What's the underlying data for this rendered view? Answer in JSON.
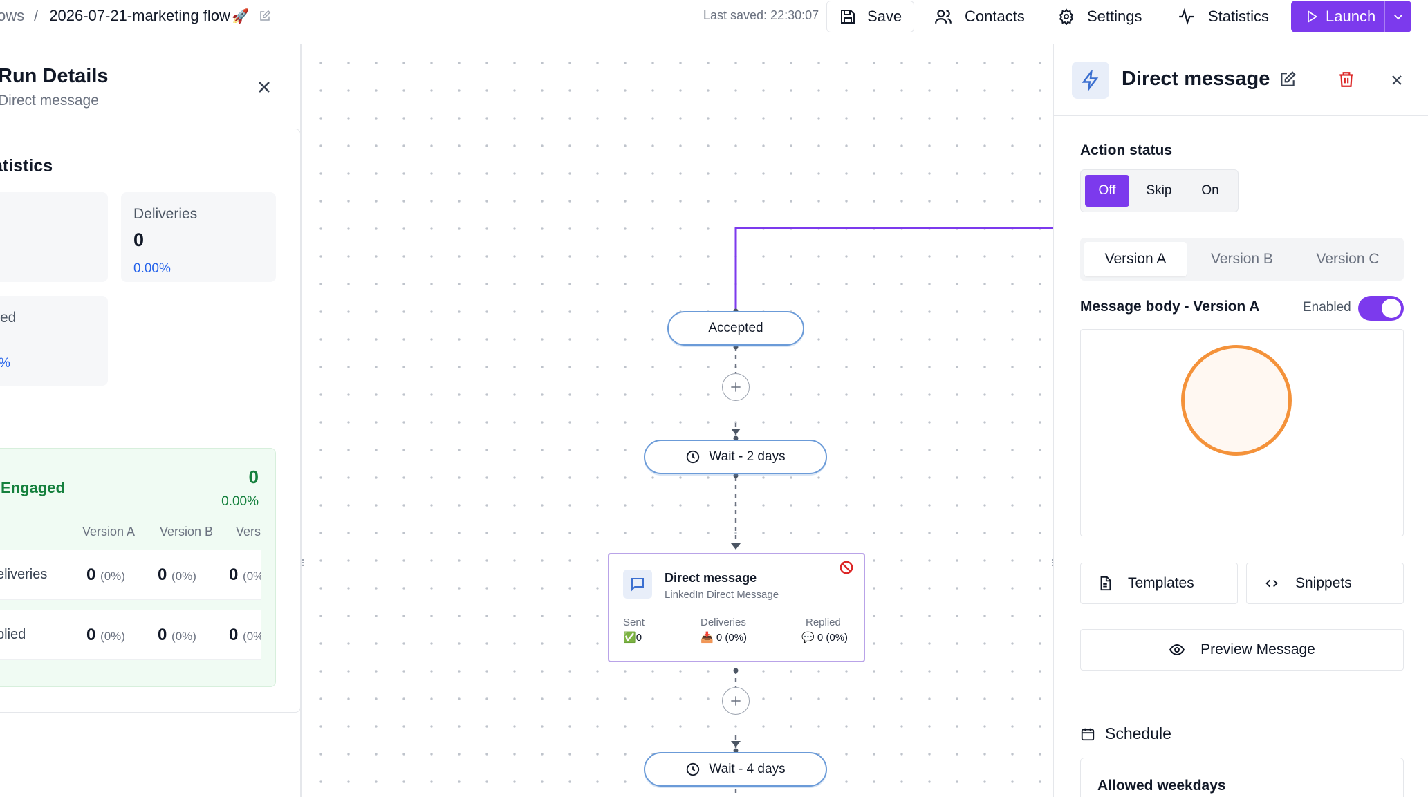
{
  "header": {
    "breadcrumb_prev": "ows",
    "breadcrumb_sep": "/",
    "flow_title": "2026-07-21-marketing flow",
    "flow_emoji": "🚀",
    "last_saved": "Last saved: 22:30:07",
    "save_label": "Save",
    "contacts_label": "Contacts",
    "settings_label": "Settings",
    "statistics_label": "Statistics",
    "launch_label": "Launch"
  },
  "run_details": {
    "title": "Run Details",
    "subtitle": "Direct message",
    "stats_title": "atistics",
    "deliveries_label": "Deliveries",
    "deliveries_value": "0",
    "deliveries_pct": "0.00%",
    "replied_label_partial": "ed",
    "replied_pct_partial": "%",
    "engaged_label": "Engaged",
    "engaged_value": "0",
    "engaged_pct": "0.00%",
    "version_headers": [
      "Version A",
      "Version B",
      "Vers"
    ],
    "rows": [
      {
        "label": "eliveries",
        "cells": [
          {
            "v": "0",
            "p": "(0%)"
          },
          {
            "v": "0",
            "p": "(0%)"
          },
          {
            "v": "0",
            "p": "(0%"
          }
        ]
      },
      {
        "label": "plied",
        "cells": [
          {
            "v": "0",
            "p": "(0%)"
          },
          {
            "v": "0",
            "p": "(0%)"
          },
          {
            "v": "0",
            "p": "(0%"
          }
        ]
      }
    ]
  },
  "flow": {
    "accepted_label": "Accepted",
    "wait1_label": "Wait - 2 days",
    "wait2_label": "Wait - 4 days",
    "dm_node": {
      "title": "Direct message",
      "subtitle": "LinkedIn Direct Message",
      "sent_label": "Sent",
      "sent_value": "0",
      "sent_emoji": "✅",
      "deliveries_label": "Deliveries",
      "deliveries_value": "0 (0%)",
      "deliveries_emoji": "📥",
      "replied_label": "Replied",
      "replied_value": "0 (0%)",
      "replied_emoji": "💬"
    }
  },
  "panel": {
    "title": "Direct message",
    "action_status_label": "Action status",
    "status_options": [
      "Off",
      "Skip",
      "On"
    ],
    "status_selected": "Off",
    "version_tabs": [
      "Version A",
      "Version B",
      "Version C"
    ],
    "version_selected": "Version A",
    "message_body_label": "Message body - Version A",
    "enabled_label": "Enabled",
    "enabled": true,
    "templates_label": "Templates",
    "snippets_label": "Snippets",
    "preview_label": "Preview Message",
    "schedule_label": "Schedule",
    "allowed_weekdays_label": "Allowed weekdays"
  },
  "colors": {
    "accent": "#7c3aed",
    "node_border": "#6b9bd8",
    "engaged_green": "#15803d",
    "link_blue": "#2563eb",
    "danger": "#dc2626",
    "loader_orange": "#f4923a"
  }
}
